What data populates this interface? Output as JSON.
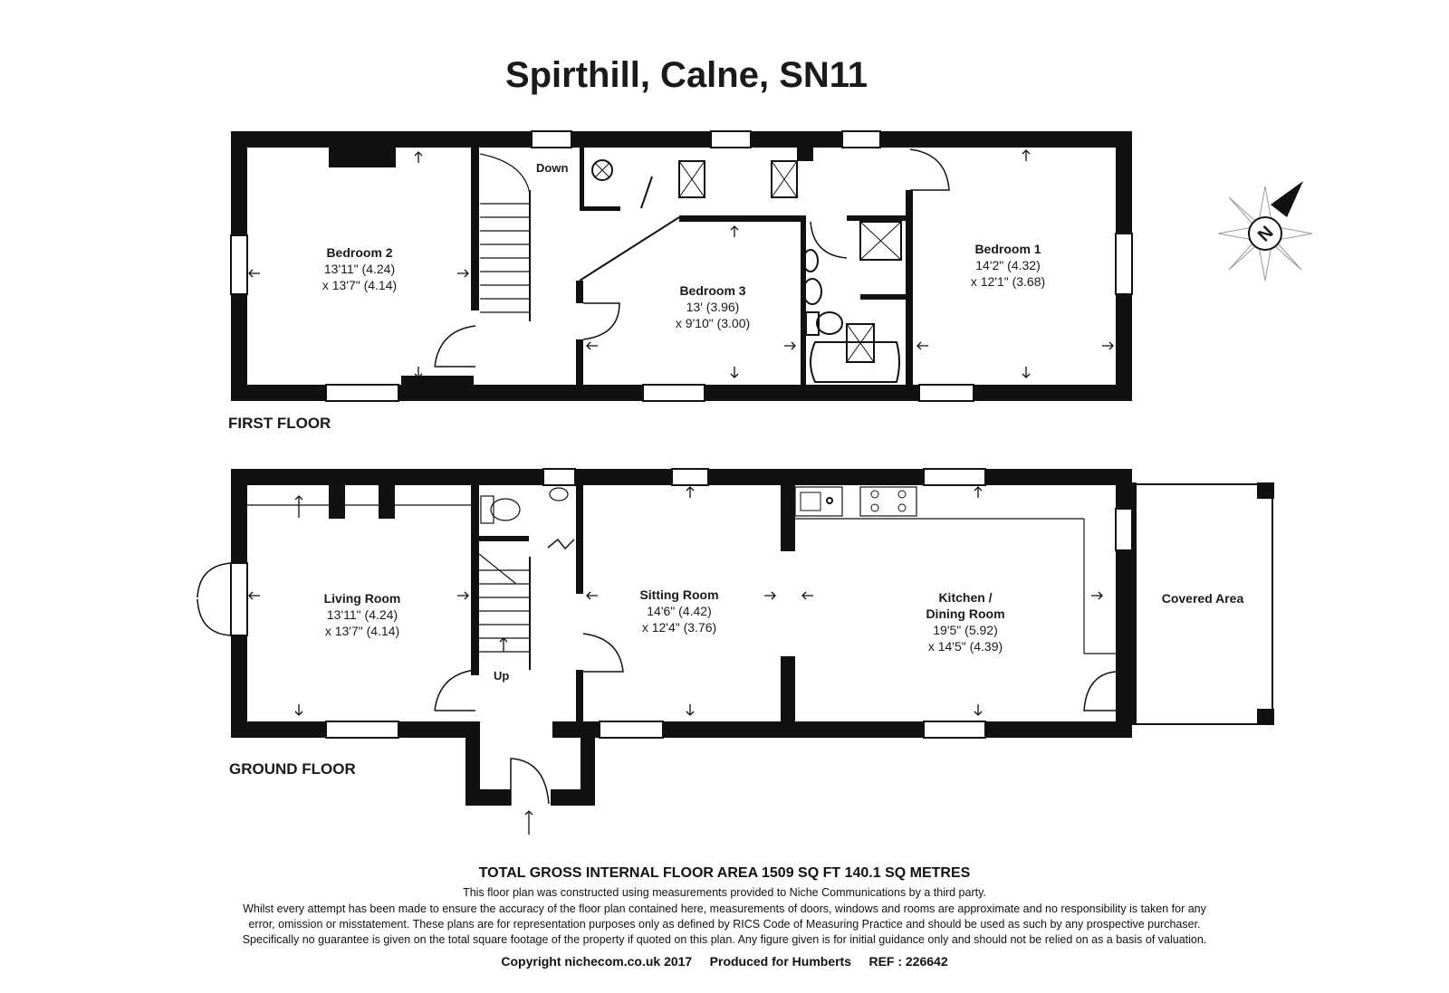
{
  "title": "Spirthill, Calne, SN11",
  "floors": {
    "first": {
      "label": "FIRST FLOOR",
      "rooms": [
        {
          "name": "Bedroom 2",
          "dim1": "13'11\" (4.24)",
          "dim2": "x 13'7\" (4.14)"
        },
        {
          "name": "Bedroom 3",
          "dim1": "13' (3.96)",
          "dim2": "x 9'10\" (3.00)"
        },
        {
          "name": "Bedroom 1",
          "dim1": "14'2\" (4.32)",
          "dim2": "x 12'1\" (3.68)"
        }
      ],
      "stairs_label": "Down"
    },
    "ground": {
      "label": "GROUND FLOOR",
      "rooms": [
        {
          "name": "Living Room",
          "dim1": "13'11\" (4.24)",
          "dim2": "x 13'7\" (4.14)"
        },
        {
          "name": "Sitting Room",
          "dim1": "14'6\" (4.42)",
          "dim2": "x 12'4\" (3.76)"
        },
        {
          "name": "Kitchen /",
          "name2": "Dining Room",
          "dim1": "19'5\" (5.92)",
          "dim2": "x 14'5\" (4.39)"
        },
        {
          "name": "Covered Area"
        }
      ],
      "stairs_label": "Up"
    }
  },
  "compass": {
    "label": "N"
  },
  "footer": {
    "area": "TOTAL GROSS INTERNAL FLOOR AREA 1509 SQ FT 140.1 SQ METRES",
    "line1": "This floor plan was constructed using measurements provided to Niche Communications by a third party.",
    "line2": "Whilst every attempt has been made to ensure the accuracy of the floor plan contained here, measurements of doors, windows and rooms are approximate and no responsibility is taken for any",
    "line3": "error, omission or misstatement. These plans are for representation purposes only as defined by RICS Code of Measuring Practice and should be used as such by any prospective purchaser.",
    "line4": "Specifically no guarantee is given on the total square footage of the property if quoted on this plan. Any figure given is for initial guidance only and should not be relied on as a basis of valuation.",
    "copyright": "Copyright nichecom.co.uk 2017     Produced for Humberts     REF : 226642"
  }
}
